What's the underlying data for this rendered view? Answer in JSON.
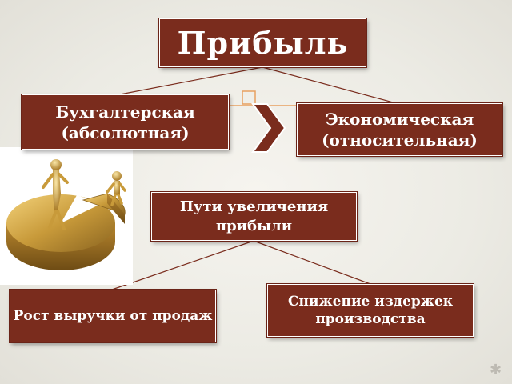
{
  "title": "Прибыль",
  "types": {
    "accounting": "Бухгалтерская (абсолютная)",
    "economic": "Экономическая (относительная)"
  },
  "ways": {
    "label": "Пути увеличения прибыли",
    "revenue_growth": "Рост выручки от продаж",
    "cost_reduction": "Снижение издержек производства"
  },
  "colors": {
    "box_fill": "#7a2c1d",
    "box_text": "#ffffff",
    "accent_orange": "#e8a060",
    "pie_gold": "#c89a3a"
  },
  "icons": {
    "arrow": "chevron-right-icon",
    "corner": "star-icon",
    "frame": "square-outline-icon",
    "illustration": "golden-pie-chart-with-figures"
  }
}
